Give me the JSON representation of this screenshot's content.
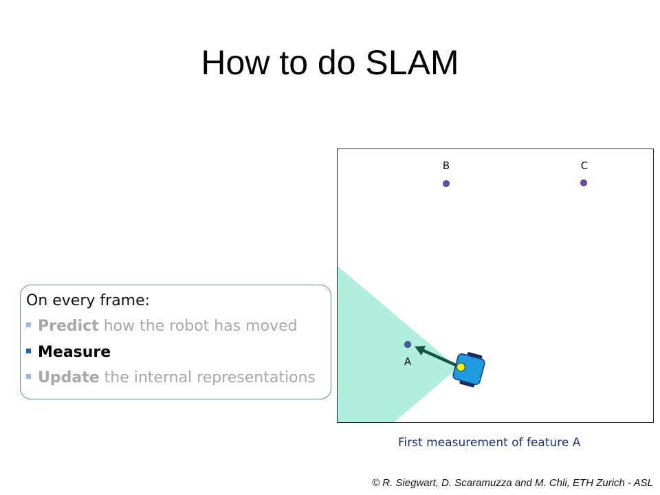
{
  "slide": {
    "title": "How to do SLAM",
    "box": {
      "heading": "On every frame:",
      "bullets": [
        {
          "bold": "Predict",
          "rest": " how the robot has moved"
        },
        {
          "bold": "Measure",
          "rest": ""
        },
        {
          "bold": "Update",
          "rest": " the internal representations"
        }
      ]
    },
    "figure": {
      "labels": {
        "a": "A",
        "b": "B",
        "c": "C"
      },
      "caption": "First measurement of feature A"
    },
    "credit": "© R. Siegwart, D. Scaramuzza and M. Chli, ETH Zurich - ASL"
  },
  "colors": {
    "sensor_cone": "#b0eedd",
    "arrow": "#135447",
    "robot_body": "#1e9ae0",
    "robot_sensor": "#f5f500",
    "landmark": "#6a4aa5",
    "accent_blue": "#1f5fb0"
  }
}
